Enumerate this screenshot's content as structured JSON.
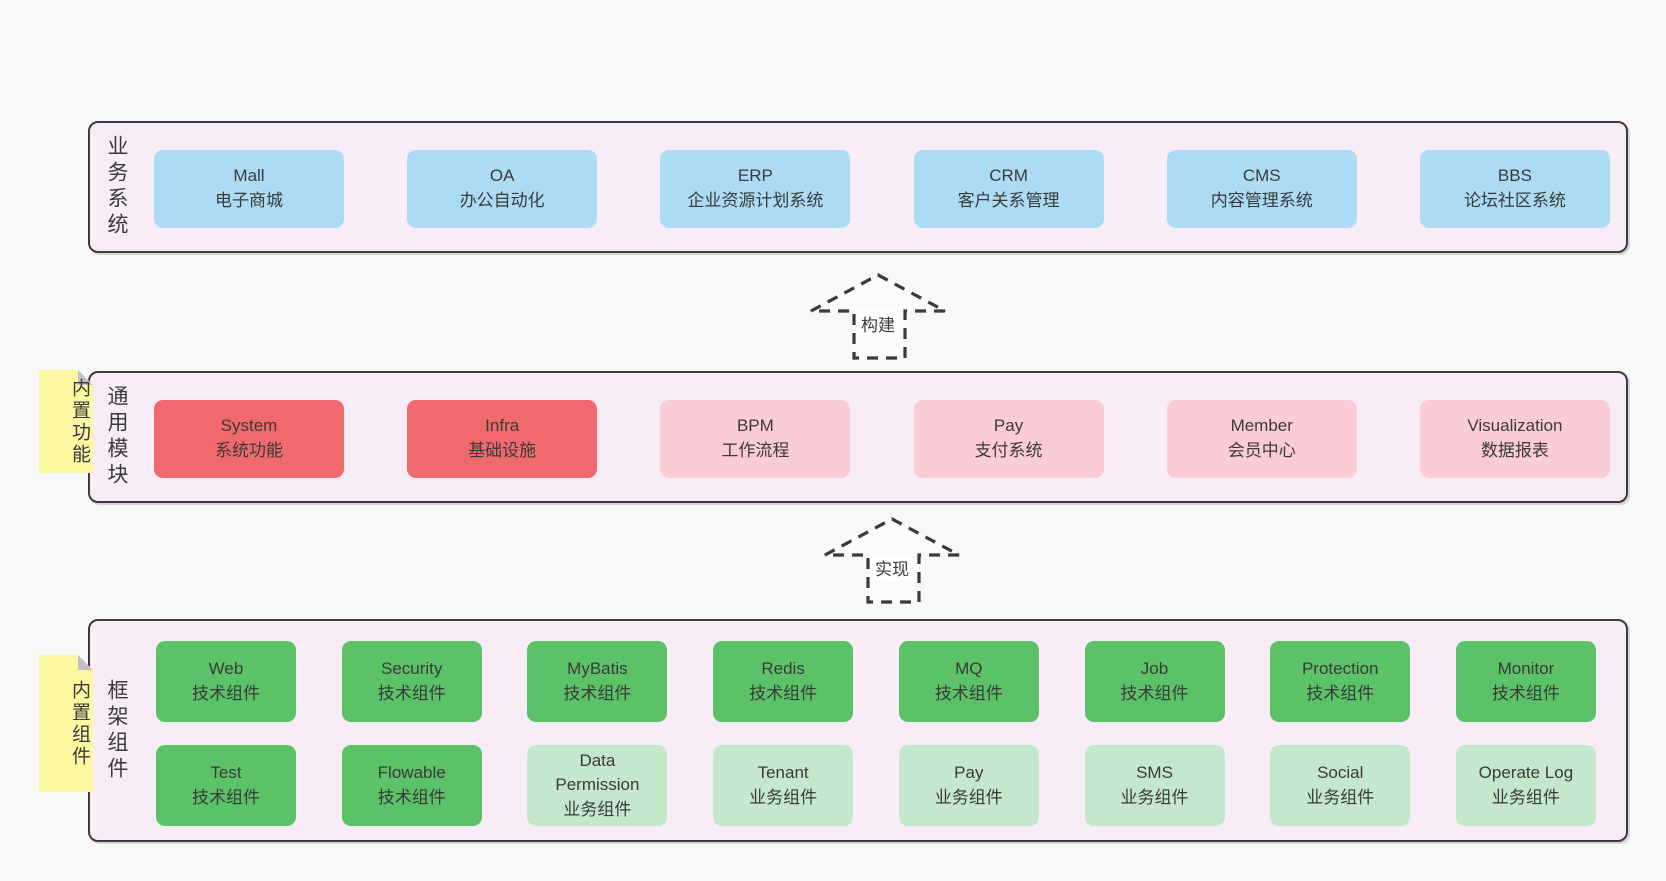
{
  "page": {
    "background": "#f8f8f8"
  },
  "colors": {
    "container_fill": "#f8edf6",
    "container_border": "#3c3c3c",
    "text": "#3a3a3a",
    "blue": "#abdcf4",
    "red": "#f0696c",
    "pink": "#f9ccd6",
    "green": "#5cc268",
    "light_green": "#c4e8cc",
    "note_yellow": "#fcf8a2",
    "note_fold_gray": "#c2c0c4"
  },
  "layers": [
    {
      "label": "业务系统",
      "rows": [
        [
          {
            "name": "Mall",
            "subtitle": "电子商城",
            "variant": "blue"
          },
          {
            "name": "OA",
            "subtitle": "办公自动化",
            "variant": "blue"
          },
          {
            "name": "ERP",
            "subtitle": "企业资源计划系统",
            "variant": "blue"
          },
          {
            "name": "CRM",
            "subtitle": "客户关系管理",
            "variant": "blue"
          },
          {
            "name": "CMS",
            "subtitle": "内容管理系统",
            "variant": "blue"
          },
          {
            "name": "BBS",
            "subtitle": "论坛社区系统",
            "variant": "blue"
          }
        ]
      ]
    },
    {
      "label": "通用模块",
      "note": "内置功能",
      "rows": [
        [
          {
            "name": "System",
            "subtitle": "系统功能",
            "variant": "red"
          },
          {
            "name": "Infra",
            "subtitle": "基础设施",
            "variant": "red"
          },
          {
            "name": "BPM",
            "subtitle": "工作流程",
            "variant": "pink"
          },
          {
            "name": "Pay",
            "subtitle": "支付系统",
            "variant": "pink"
          },
          {
            "name": "Member",
            "subtitle": "会员中心",
            "variant": "pink"
          },
          {
            "name": "Visualization",
            "subtitle": "数据报表",
            "variant": "pink"
          }
        ]
      ]
    },
    {
      "label": "框架组件",
      "note": "内置组件",
      "rows": [
        [
          {
            "name": "Web",
            "subtitle": "技术组件",
            "variant": "green"
          },
          {
            "name": "Security",
            "subtitle": "技术组件",
            "variant": "green"
          },
          {
            "name": "MyBatis",
            "subtitle": "技术组件",
            "variant": "green"
          },
          {
            "name": "Redis",
            "subtitle": "技术组件",
            "variant": "green"
          },
          {
            "name": "MQ",
            "subtitle": "技术组件",
            "variant": "green"
          },
          {
            "name": "Job",
            "subtitle": "技术组件",
            "variant": "green"
          },
          {
            "name": "Protection",
            "subtitle": "技术组件",
            "variant": "green"
          },
          {
            "name": "Monitor",
            "subtitle": "技术组件",
            "variant": "green"
          }
        ],
        [
          {
            "name": "Test",
            "subtitle": "技术组件",
            "variant": "green"
          },
          {
            "name": "Flowable",
            "subtitle": "技术组件",
            "variant": "green"
          },
          {
            "name": "Data Permission",
            "subtitle": "业务组件",
            "variant": "lightgreen"
          },
          {
            "name": "Tenant",
            "subtitle": "业务组件",
            "variant": "lightgreen"
          },
          {
            "name": "Pay",
            "subtitle": "业务组件",
            "variant": "lightgreen"
          },
          {
            "name": "SMS",
            "subtitle": "业务组件",
            "variant": "lightgreen"
          },
          {
            "name": "Social",
            "subtitle": "业务组件",
            "variant": "lightgreen"
          },
          {
            "name": "Operate Log",
            "subtitle": "业务组件",
            "variant": "lightgreen"
          }
        ]
      ]
    }
  ],
  "arrows": [
    {
      "label": "构建"
    },
    {
      "label": "实现"
    }
  ]
}
